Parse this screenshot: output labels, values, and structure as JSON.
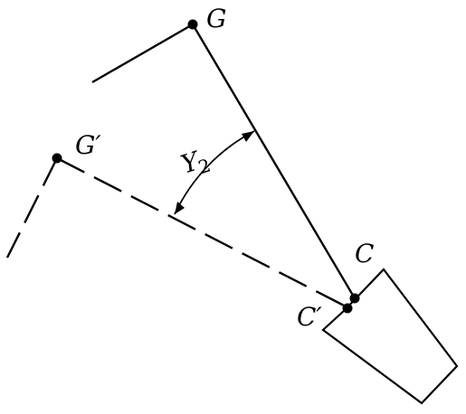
{
  "labels": {
    "point_g": "G",
    "point_g_prime": "G′",
    "point_c": "C",
    "point_c_prime": "C′",
    "angle": "Y",
    "angle_subscript": "2"
  },
  "colors": {
    "stroke": "#000000",
    "background": "#ffffff"
  }
}
